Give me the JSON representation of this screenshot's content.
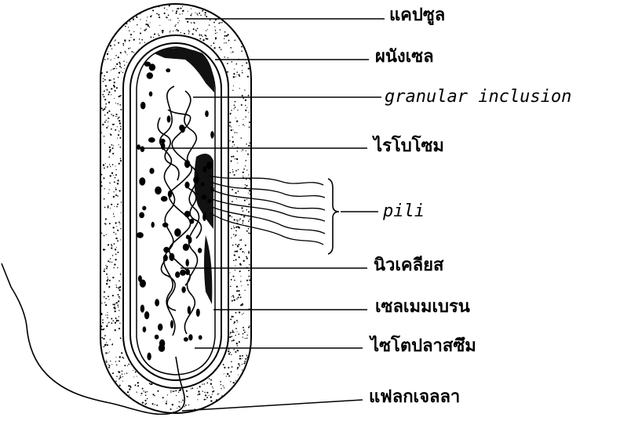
{
  "labels": {
    "capsule": "แคปซูล",
    "cell_wall": "ผนังเซล",
    "granular_inclusion": "granular  inclusion",
    "ribosome": "ไรโบโซม",
    "pili": "pili",
    "nucleus": "นิวเคลียส",
    "cell_membrane": "เซลเมมเบรน",
    "cytoplasm": "ไซโตปลาสซึม",
    "flagella": "แฟลกเจลลา"
  },
  "colors": {
    "ink": "#000000",
    "paper": "#ffffff",
    "nucleoid_fill": "#1a1a1a"
  }
}
